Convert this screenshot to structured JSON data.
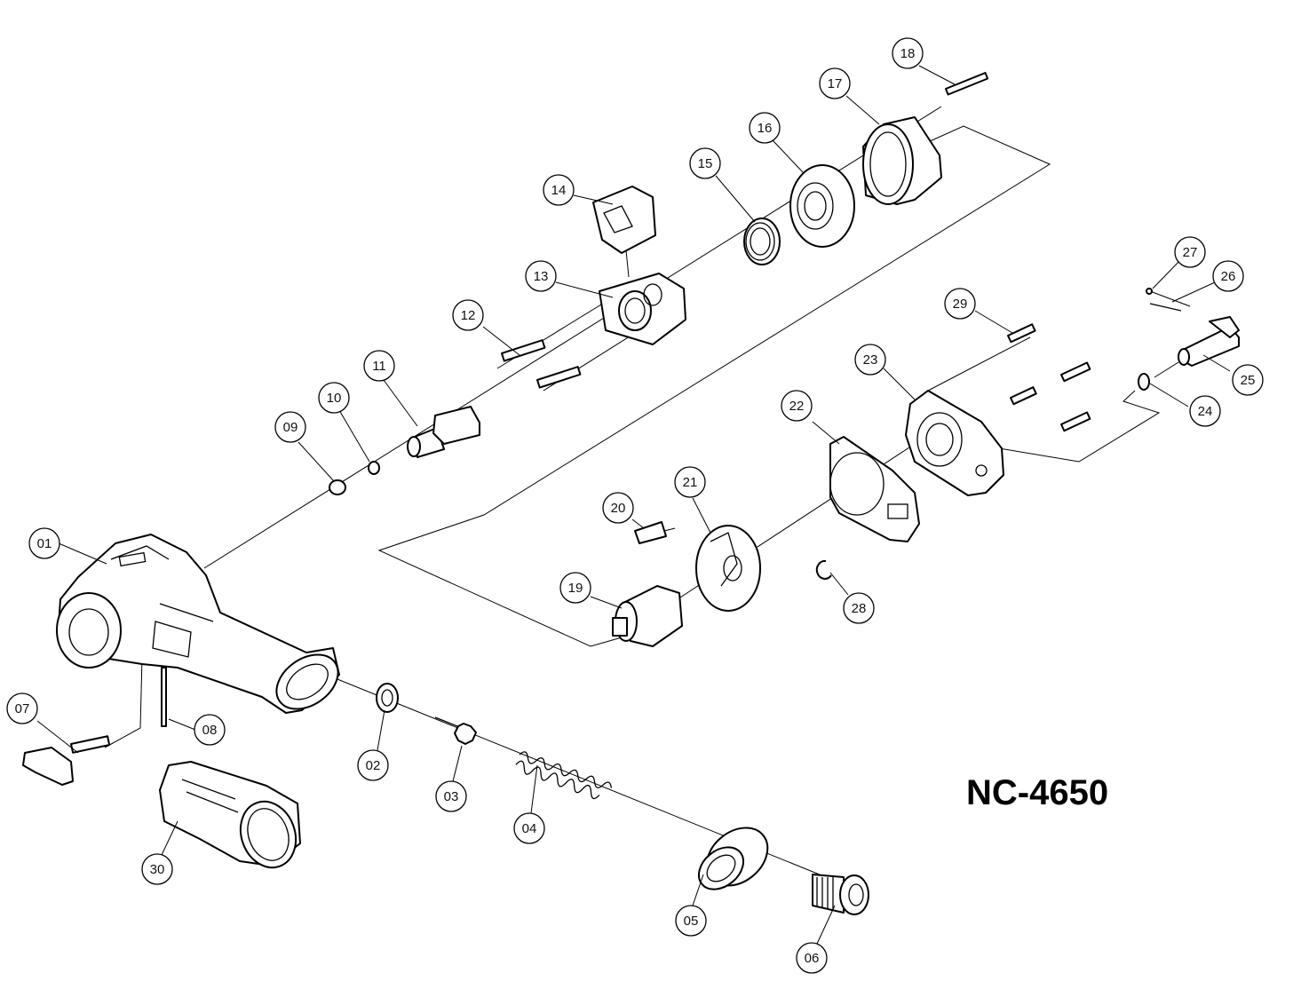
{
  "model": "NC-4650",
  "callouts": [
    {
      "num": "01"
    },
    {
      "num": "02"
    },
    {
      "num": "03"
    },
    {
      "num": "04"
    },
    {
      "num": "05"
    },
    {
      "num": "06"
    },
    {
      "num": "07"
    },
    {
      "num": "08"
    },
    {
      "num": "09"
    },
    {
      "num": "10"
    },
    {
      "num": "11"
    },
    {
      "num": "12"
    },
    {
      "num": "13"
    },
    {
      "num": "14"
    },
    {
      "num": "15"
    },
    {
      "num": "16"
    },
    {
      "num": "17"
    },
    {
      "num": "18"
    },
    {
      "num": "19"
    },
    {
      "num": "20"
    },
    {
      "num": "21"
    },
    {
      "num": "22"
    },
    {
      "num": "23"
    },
    {
      "num": "24"
    },
    {
      "num": "25"
    },
    {
      "num": "26"
    },
    {
      "num": "27"
    },
    {
      "num": "28"
    },
    {
      "num": "29"
    },
    {
      "num": "30"
    }
  ]
}
